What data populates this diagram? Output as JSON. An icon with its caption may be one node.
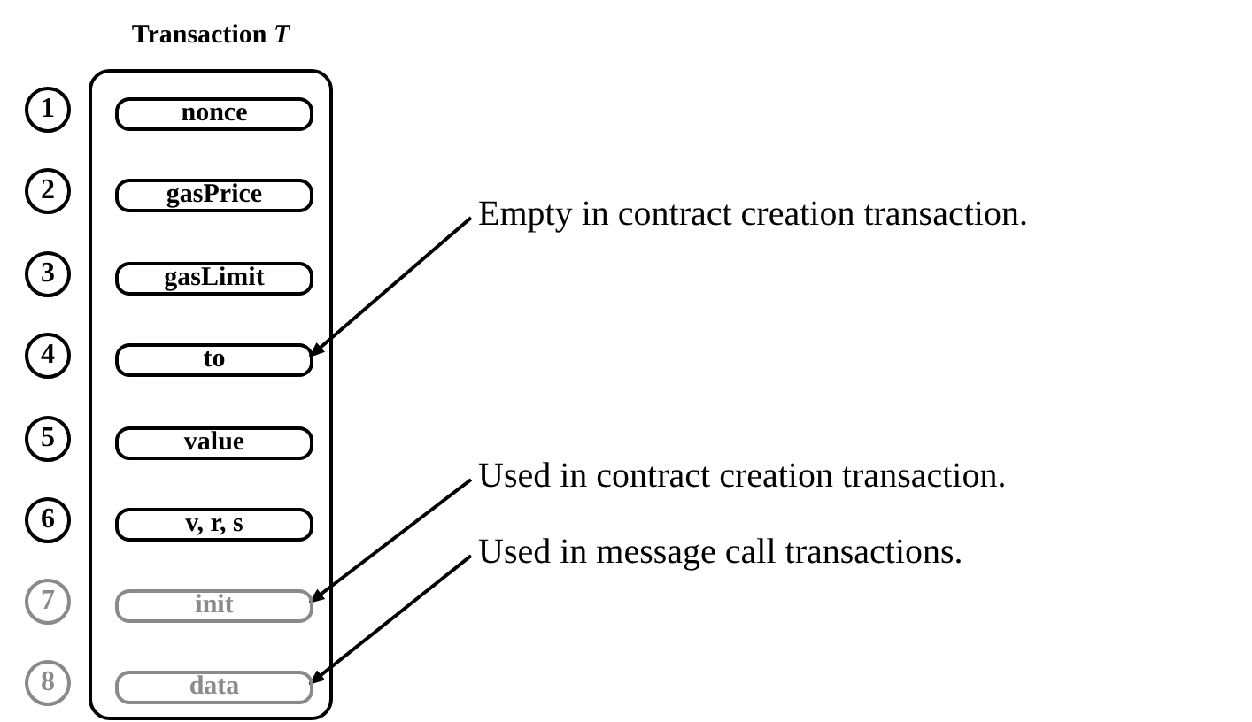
{
  "diagram": {
    "nodes": [
      {
        "text": [
          "Transaction *T*"
        ]
      },
      {
        "text": [
          "1"
        ]
      },
      {
        "text": [
          "2"
        ]
      },
      {
        "text": [
          "3"
        ]
      },
      {
        "text": [
          "4"
        ]
      },
      {
        "text": [
          "5"
        ]
      },
      {
        "text": [
          "6"
        ]
      },
      {
        "text": [
          "7"
        ]
      },
      {
        "text": [
          "8"
        ]
      },
      {
        "text": [
          "nonce"
        ],
        "in": 0
      },
      {
        "text": [
          "gasPrice"
        ],
        "in": 0
      },
      {
        "text": [
          "gasLimit"
        ],
        "in": 0
      },
      {
        "text": [
          "to"
        ],
        "in": 0
      },
      {
        "text": [
          "value"
        ],
        "in": 0
      },
      {
        "text": [
          "v, r, s"
        ],
        "in": 0
      },
      {
        "text": [
          "init"
        ],
        "in": 0
      },
      {
        "text": [
          "data"
        ],
        "in": 0
      },
      {
        "text": [
          "Empty in contract creation transaction."
        ]
      },
      {
        "text": [
          "Used in contract creation transaction."
        ]
      },
      {
        "text": [
          "Used in message call transactions."
        ]
      }
    ],
    "edges": [
      {
        "from": 17,
        "to": 12,
        "arrow": "to"
      },
      {
        "from": 18,
        "to": 15,
        "arrow": "to"
      },
      {
        "from": 19,
        "to": 16,
        "arrow": "to"
      }
    ]
  }
}
